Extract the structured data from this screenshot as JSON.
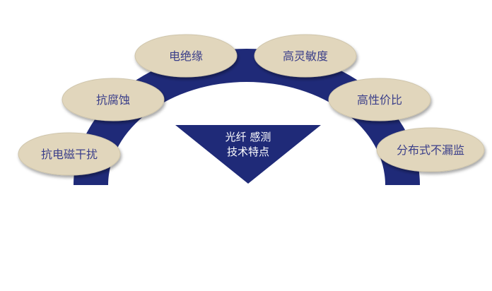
{
  "colors": {
    "arch": "#1f2a78",
    "ellipse_fill": "#e1d6bc",
    "ellipse_stroke": "#cfc5ab",
    "feature_text": "#3b3f8a",
    "triangle": "#1f2a78",
    "center_text": "#ffffff"
  },
  "center": {
    "line1": "光纤 感测",
    "line2": "技术特点"
  },
  "features": [
    {
      "id": "anti-emi",
      "label": "抗电磁干扰"
    },
    {
      "id": "anti-corrosion",
      "label": "抗腐蚀"
    },
    {
      "id": "electrical-insulation",
      "label": "电绝缘"
    },
    {
      "id": "high-sensitivity",
      "label": "高灵敏度"
    },
    {
      "id": "cost-effective",
      "label": "高性价比"
    },
    {
      "id": "distributed-monitoring",
      "label": "分布式不漏监"
    }
  ]
}
